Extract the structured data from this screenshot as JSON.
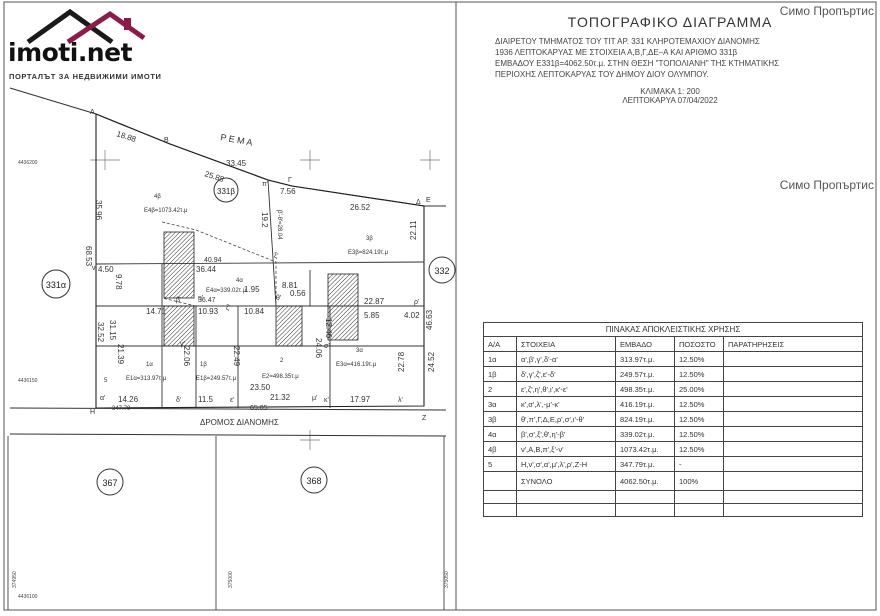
{
  "logo": {
    "brand": "imoti.net",
    "tagline": "ПОРТАЛЪТ ЗА НЕДВИЖИМИ ИМОТИ"
  },
  "watermark": "Симо Пропъртис",
  "header": {
    "title": "ΤΟΠΟΓΡΑΦΙΚΟ ΔΙΑΓΡΑΜΜΑ",
    "desc_lines": [
      "ΔΙΑΙΡΕΤΟΥ ΤΜΗΜΑΤΟΣ ΤΟΥ ΤΙΤ ΑΡ. 331 ΚΛΗΡΟΤΕΜΑΧΙΟΥ ΔΙΑΝΟΜΗΣ",
      "1936 ΛΕΠΤΟΚΑΡΥΑΣ ΜΕ ΣΤΟΙΧΕΙΑ Α,Β,Γ,ΔΕ–Α ΚΑΙ ΑΡΙΘΜΟ 331β",
      "ΕΜΒΑΔΟΥ Ε331β=4062.50τ.μ. ΣΤΗΝ ΘΕΣΗ \"ΤΟΠΟΛΙΑΝΗ\" ΤΗΣ ΚΤΗΜΑΤΙΚΗΣ",
      "ΠΕΡΙΟΧΗΣ ΛΕΠΤΟΚΑΡΥΑΣ ΤΟΥ ΔΗΜΟΥ ΔΙΟΥ ΟΛΥΜΠΟΥ."
    ],
    "scale": "ΚΛΙΜΑΚΑ 1: 200",
    "place_date": "ΛΕΠΤΟΚΑΡΥΑ 07/04/2022"
  },
  "plan": {
    "stream_label": "Ρ Ε Μ Α",
    "road_label": "ΔΡΟΜΟΣ ΔΙΑΝΟΜΗΣ",
    "neighbors": [
      "331α",
      "331β",
      "332",
      "367",
      "368"
    ],
    "coords": [
      "4436200",
      "4436150",
      "4436100",
      "374950",
      "375000",
      "375050"
    ],
    "dims": [
      "18.88",
      "25.88",
      "33.45",
      "7.56",
      "26.52",
      "35.96",
      "68.53",
      "19.2",
      "β'-θ'=28.04",
      "22.11",
      "46.63",
      "22.78",
      "24.52",
      "40.94",
      "36.44",
      "36.47",
      "10.93",
      "10.84",
      "0.56",
      "22.87",
      "4.50",
      "9.78",
      "31.15",
      "32.52",
      "21.39",
      "22.06",
      "22.49",
      "24.06",
      "14.26",
      "11.5",
      "21.32",
      "17.97",
      "23.50",
      "347.79",
      "65.05",
      "14.71",
      "5.85",
      "4.02",
      "12.46",
      "1.95",
      "8.81"
    ],
    "parcels": [
      {
        "id": "4β",
        "area": "Ε4β=1073.42τ.μ"
      },
      {
        "id": "3β",
        "area": "Ε3β=824.19τ.μ"
      },
      {
        "id": "4α",
        "area": "Ε4α=339.02τ.μ"
      },
      {
        "id": "1α",
        "area": "Ε1α=313.97τ.μ"
      },
      {
        "id": "1β",
        "area": "Ε1β=249.57τ.μ"
      },
      {
        "id": "2",
        "area": "Ε2=498.35τ.μ"
      },
      {
        "id": "3α",
        "area": "Ε3α=416.19τ.μ"
      },
      {
        "id": "5",
        "area": ""
      }
    ],
    "vertices": [
      "Α",
      "Β",
      "Γ",
      "Δ",
      "Ε",
      "Ζ",
      "Η",
      "π'",
      "ν'",
      "ξ'",
      "ρ'",
      "μ'",
      "λ'",
      "κ'",
      "θ'",
      "β'",
      "γ'",
      "δ'",
      "ε'",
      "ζ'",
      "η'",
      "σ'",
      "α'"
    ]
  },
  "table": {
    "caption": "ΠΙΝΑΚΑΣ ΑΠΟΚΛΕΙΣΤΙΚΗΣ ΧΡΗΣΗΣ",
    "headers": [
      "Α/Α",
      "ΣΤΟΙΧΕΙΑ",
      "ΕΜΒΑΔΟ",
      "ΠΟΣΟΣΤΟ",
      "ΠΑΡΑΤΗΡΗΣΕΙΣ"
    ],
    "rows": [
      [
        "1α",
        "α',β',γ',δ'-α'",
        "313.97τ.μ.",
        "12.50%",
        ""
      ],
      [
        "1β",
        "δ',γ',ζ',ε'-δ'",
        "249.57τ.μ.",
        "12.50%",
        ""
      ],
      [
        "2",
        "ε',ζ',η',θ',ι',κ'-ε'",
        "498.35τ.μ.",
        "25.00%",
        ""
      ],
      [
        "3α",
        "κ',σ',λ',-μ'-κ'",
        "416.19τ.μ.",
        "12.50%",
        ""
      ],
      [
        "3β",
        "θ',π',Γ,Δ,Ε,ρ',σ',ι'-θ'",
        "824.19τ.μ.",
        "12.50%",
        ""
      ],
      [
        "4α",
        "β',σ',ξ',θ',η'-β'",
        "339.02τ.μ.",
        "12.50%",
        ""
      ],
      [
        "4β",
        "ν',Α,Β,π',ξ'-ν'",
        "1073.42τ.μ.",
        "12.50%",
        ""
      ],
      [
        "5",
        "Η,ν',σ',α',μ',λ',ρ',Ζ-Η",
        "347.79τ.μ.",
        "-",
        ""
      ]
    ],
    "total_label": "ΣΥΝΟΛΟ",
    "total_area": "4062.50τ.μ.",
    "total_pct": "100%"
  }
}
